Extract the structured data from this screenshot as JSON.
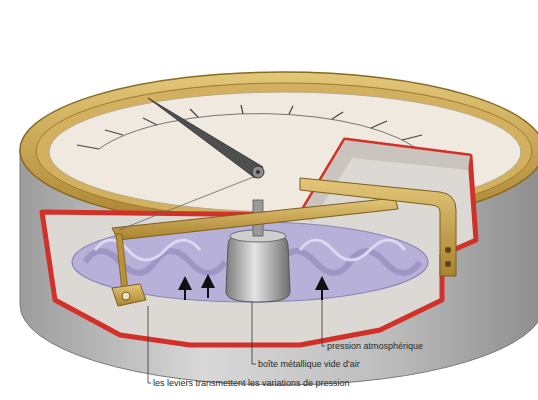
{
  "diagram": {
    "labels": [
      "pression atmosphérique",
      "boîte métallique vide d'air",
      "les leviers transmettent les variations de pression"
    ]
  }
}
